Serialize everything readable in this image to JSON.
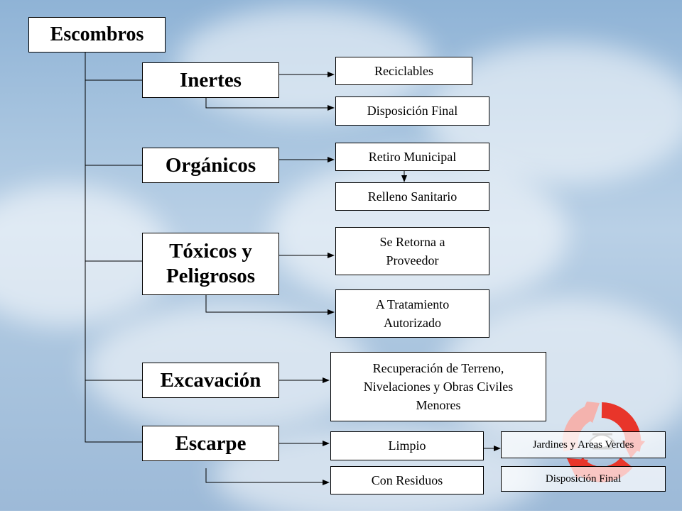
{
  "root": "Escombros",
  "categories": {
    "inertes": "Inertes",
    "organicos": "Orgánicos",
    "toxicos_line1": "Tóxicos y",
    "toxicos_line2": "Peligrosos",
    "excavacion": "Excavación",
    "escarpe": "Escarpe"
  },
  "destinations": {
    "reciclables": "Reciclables",
    "disposicion_final": "Disposición Final",
    "retiro_municipal": "Retiro Municipal",
    "relleno_sanitario": "Relleno Sanitario",
    "se_retorna_line1": "Se Retorna a",
    "se_retorna_line2": "Proveedor",
    "tratamiento_line1": "A Tratamiento",
    "tratamiento_line2": "Autorizado",
    "recuperacion_line1": "Recuperación de Terreno,",
    "recuperacion_line2": "Nivelaciones y Obras Civiles",
    "recuperacion_line3": "Menores",
    "limpio": "Limpio",
    "con_residuos": "Con Residuos",
    "jardines": "Jardines y Areas Verdes",
    "disposicion_final_2": "Disposición Final"
  },
  "colors": {
    "recycle_red": "#e8352a",
    "recycle_light": "#f4b3ae",
    "box_fill": "#ffffff",
    "line": "#000000"
  },
  "icons": [
    "recycle-icon"
  ]
}
